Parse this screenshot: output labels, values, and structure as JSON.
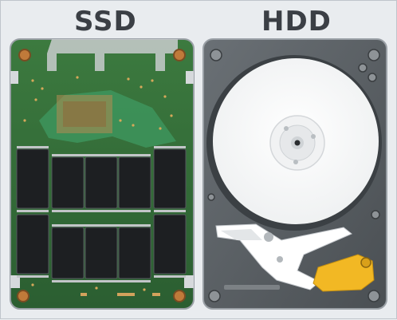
{
  "labels": {
    "ssd_title": "SSD",
    "hdd_title": "HDD"
  },
  "colors": {
    "background": "#e9ecef",
    "title_text": "#3b3f45",
    "ssd_board": "#2f6a35",
    "ssd_chip": "#1d1f22",
    "ssd_trace": "#5ab36b",
    "hdd_casing": "#5a5f63",
    "hdd_platter": "#ffffff",
    "hdd_actuator_accent": "#f2b824"
  },
  "components": {
    "ssd": {
      "memory_chip_rows": 2,
      "memory_chip_columns": 5
    },
    "hdd": {
      "platters_visible": 1
    }
  }
}
